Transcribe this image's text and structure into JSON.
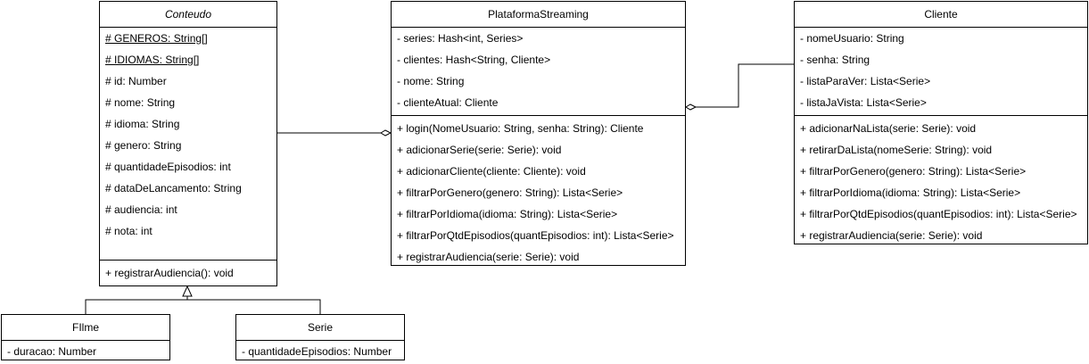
{
  "classes": {
    "conteudo": {
      "name": "Conteudo",
      "attributes": [
        "# GENEROS: String[]",
        "# IDIOMAS: String[]",
        "# id: Number",
        "# nome: String",
        "# idioma: String",
        "# genero: String",
        "# quantidadeEpisodios: int",
        "# dataDeLancamento: String",
        "# audiencia: int",
        "# nota: int"
      ],
      "methods": [
        "+ registrarAudiencia(): void"
      ]
    },
    "plataforma": {
      "name": "PlataformaStreaming",
      "attributes": [
        "- series: Hash<int, Series>",
        "- clientes: Hash<String, Cliente>",
        "- nome: String",
        "- clienteAtual: Cliente"
      ],
      "methods": [
        "+ login(NomeUsuario: String, senha: String): Cliente",
        "+ adicionarSerie(serie: Serie): void",
        "+ adicionarCliente(cliente: Cliente): void",
        "+ filtrarPorGenero(genero: String): Lista<Serie>",
        "+ filtrarPorIdioma(idioma: String): Lista<Serie>",
        "+ filtrarPorQtdEpisodios(quantEpisodios: int): Lista<Serie>",
        "+ registrarAudiencia(serie: Serie): void"
      ]
    },
    "cliente": {
      "name": "Cliente",
      "attributes": [
        "- nomeUsuario: String",
        "- senha: String",
        "- listaParaVer: Lista<Serie>",
        "- listaJaVista: Lista<Serie>"
      ],
      "methods": [
        "+ adicionarNaLista(serie: Serie): void",
        "+ retirarDaLista(nomeSerie: String): void",
        "+ filtrarPorGenero(genero: String): Lista<Serie>",
        "+ filtrarPorIdioma(idioma: String): Lista<Serie>",
        "+ filtrarPorQtdEpisodios(quantEpisodios: int): Lista<Serie>",
        "+ registrarAudiencia(serie: Serie): void"
      ]
    },
    "filme": {
      "name": "FIlme",
      "attributes": [
        "- duracao: Number"
      ]
    },
    "serie": {
      "name": "Serie",
      "attributes": [
        "- quantidadeEpisodios: Number"
      ]
    }
  },
  "relationships": [
    {
      "type": "aggregation",
      "from": "Conteudo",
      "to": "PlataformaStreaming"
    },
    {
      "type": "aggregation",
      "from": "Cliente",
      "to": "PlataformaStreaming"
    },
    {
      "type": "generalization",
      "from": "FIlme",
      "to": "Conteudo"
    },
    {
      "type": "generalization",
      "from": "Serie",
      "to": "Conteudo"
    }
  ],
  "colors": {
    "line": "#000000",
    "fill": "#ffffff"
  }
}
